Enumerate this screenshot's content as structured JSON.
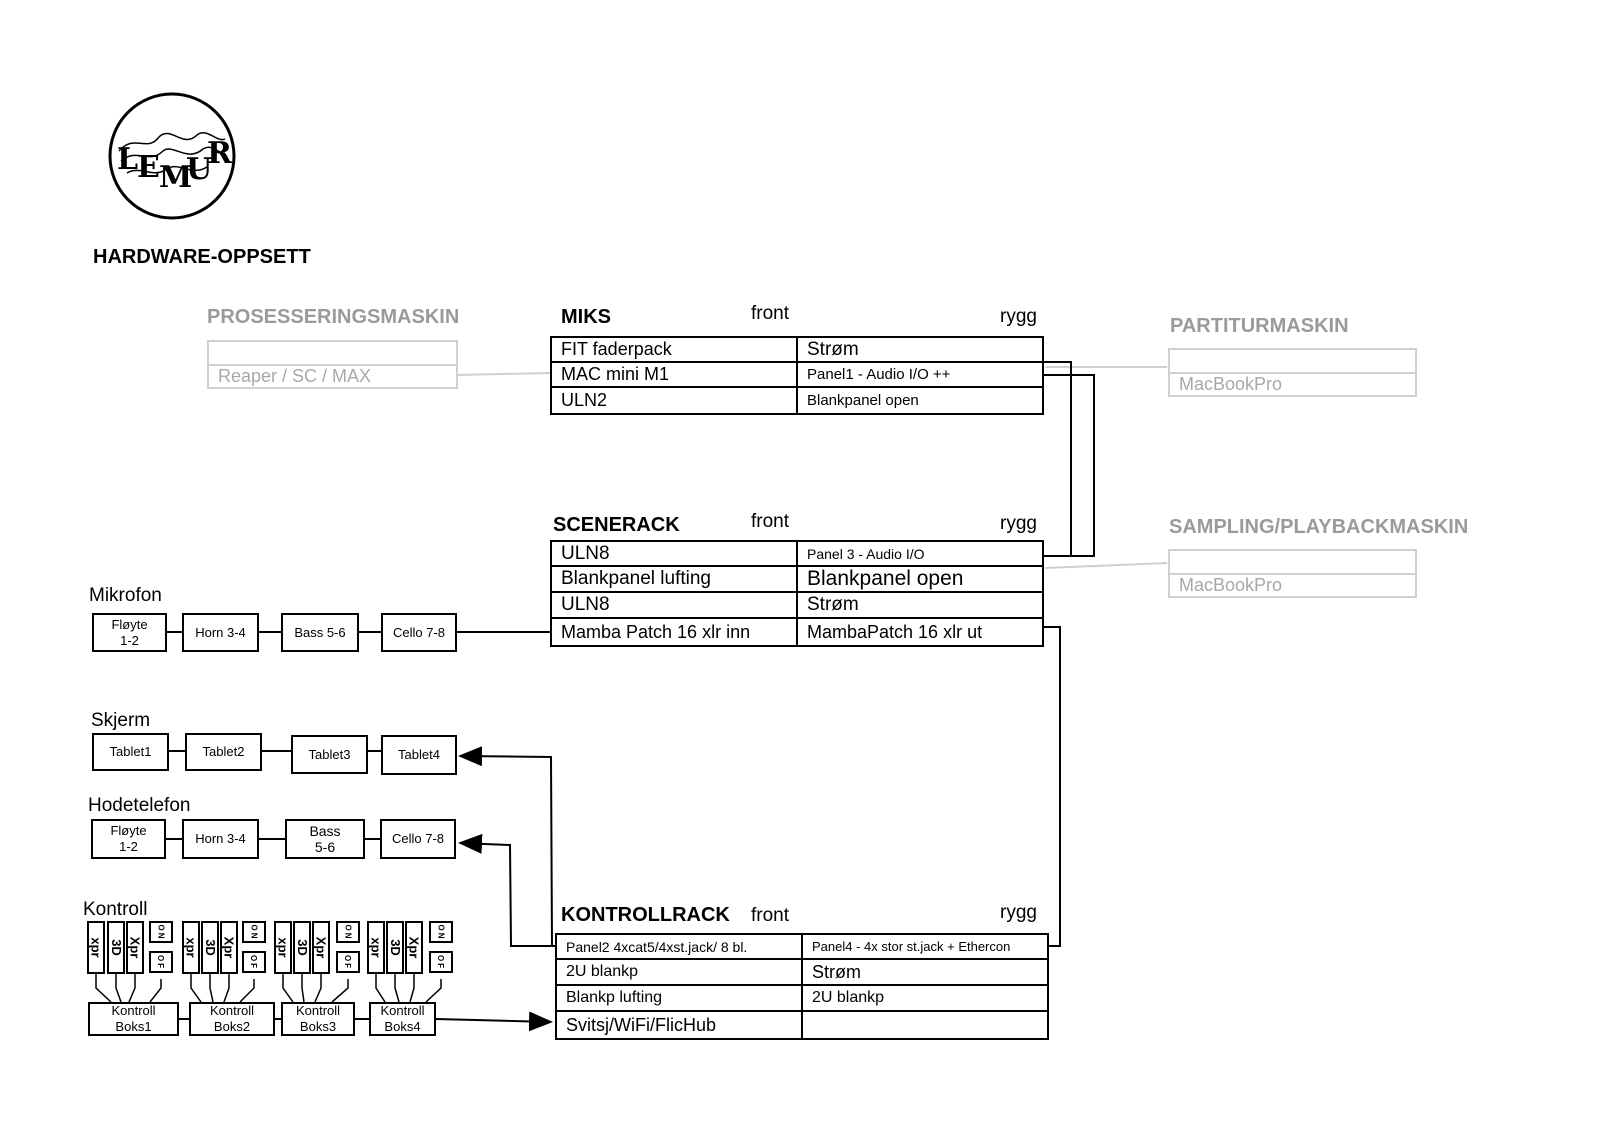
{
  "logo": {
    "text": "LEMUR"
  },
  "page_title": "HARDWARE-OPPSETT",
  "processing": {
    "title": "PROSESSERINGSMASKIN",
    "machine": "Reaper / SC / MAX"
  },
  "partitur": {
    "title": "PARTITURMASKIN",
    "machine": "MacBookPro"
  },
  "sampling": {
    "title": "SAMPLING/PLAYBACKMASKIN",
    "machine": "MacBookPro"
  },
  "miks": {
    "title": "MIKS",
    "front": "front",
    "rear": "rygg",
    "rows": [
      {
        "front": "FIT faderpack",
        "rear": "Strøm"
      },
      {
        "front": "MAC mini M1",
        "rear": "Panel1 - Audio I/O ++"
      },
      {
        "front": "ULN2",
        "rear": "Blankpanel open"
      }
    ]
  },
  "scenerack": {
    "title": "SCENERACK",
    "front": "front",
    "rear": "rygg",
    "rows": [
      {
        "front": "ULN8",
        "rear": "Panel 3 - Audio I/O"
      },
      {
        "front": "Blankpanel  lufting",
        "rear": "Blankpanel open"
      },
      {
        "front": "ULN8",
        "rear": "Strøm"
      },
      {
        "front": "Mamba Patch 16 xlr inn",
        "rear": "MambaPatch 16 xlr ut"
      }
    ]
  },
  "kontrollrack": {
    "title": "KONTROLLRACK",
    "front": "front",
    "rear": "rygg",
    "rows": [
      {
        "front": "Panel2 4xcat5/4xst.jack/ 8 bl.",
        "rear": "Panel4 - 4x stor st.jack + Ethercon"
      },
      {
        "front": "2U blankp",
        "rear": "Strøm"
      },
      {
        "front": "Blankp lufting",
        "rear": "2U blankp"
      },
      {
        "front": "Svitsj/WiFi/FlicHub",
        "rear": ""
      }
    ]
  },
  "mikrofon": {
    "title": "Mikrofon",
    "items": [
      "Fløyte 1-2",
      "Horn 3-4",
      "Bass 5-6",
      "Cello 7-8"
    ]
  },
  "skjerm": {
    "title": "Skjerm",
    "items": [
      "Tablet1",
      "Tablet2",
      "Tablet3",
      "Tablet4"
    ]
  },
  "hodetelefon": {
    "title": "Hodetelefon",
    "items": [
      "Fløyte 1-2",
      "Horn 3-4",
      "Bass 5-6",
      "Cello 7-8"
    ]
  },
  "kontroll": {
    "title": "Kontroll",
    "pedals": [
      "xpr",
      "3D",
      "Xpr"
    ],
    "switch_on": "ON",
    "switch_off": "OF",
    "boxes": [
      "Kontroll Boks1",
      "Kontroll Boks2",
      "Kontroll Boks3",
      "Kontroll Boks4"
    ]
  }
}
